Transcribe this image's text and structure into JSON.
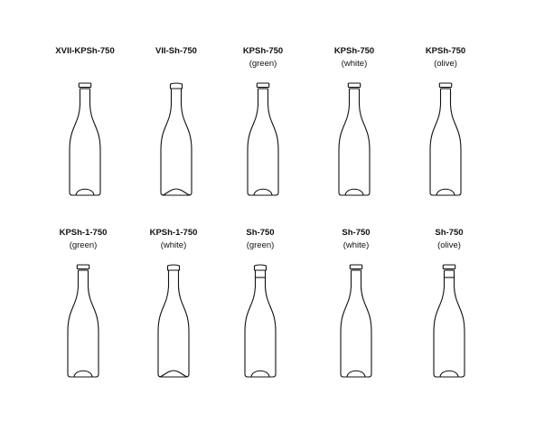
{
  "bottles": [
    {
      "name": "XVII-KPSh-750",
      "variant": "",
      "finish": "crown",
      "punt": "high",
      "ring": false
    },
    {
      "name": "VII-Sh-750",
      "variant": "",
      "finish": "plain",
      "punt": "wide",
      "ring": false
    },
    {
      "name": "KPSh-750",
      "variant": "(green)",
      "finish": "crown",
      "punt": "high",
      "ring": false
    },
    {
      "name": "KPSh-750",
      "variant": "(white)",
      "finish": "crown",
      "punt": "high",
      "ring": false
    },
    {
      "name": "KPSh-750",
      "variant": "(olive)",
      "finish": "crown",
      "punt": "high",
      "ring": false
    },
    {
      "name": "KPSh-1-750",
      "variant": "(green)",
      "finish": "crown",
      "punt": "high",
      "ring": false
    },
    {
      "name": "KPSh-1-750",
      "variant": "(white)",
      "finish": "plain",
      "punt": "wide",
      "ring": false
    },
    {
      "name": "Sh-750",
      "variant": "(green)",
      "finish": "plain",
      "punt": "high",
      "ring": true
    },
    {
      "name": "Sh-750",
      "variant": "(white)",
      "finish": "crown",
      "punt": "high",
      "ring": false
    },
    {
      "name": "Sh-750",
      "variant": "(olive)",
      "finish": "crown",
      "punt": "high",
      "ring": true
    }
  ]
}
